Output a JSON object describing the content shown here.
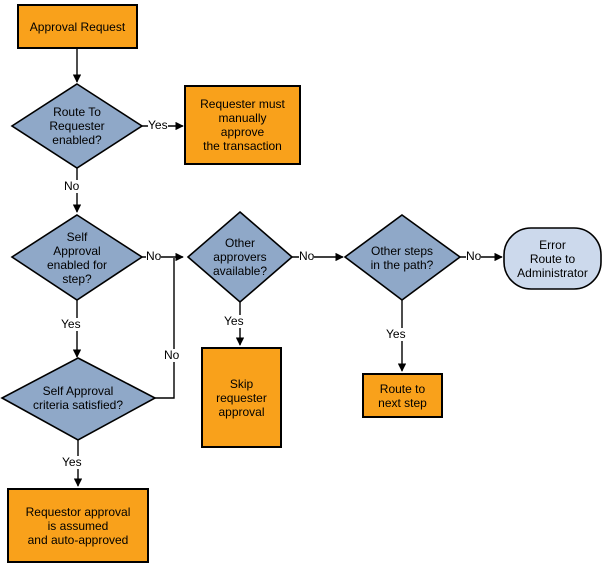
{
  "diagram": {
    "title": "Approval Request routing flowchart",
    "type": "flowchart",
    "colors": {
      "process_fill": "#f9a11b",
      "decision_fill": "#8fa8c8",
      "terminator_fill": "#ccd9ec",
      "stroke": "#000000",
      "text": "#000000",
      "background": "#ffffff"
    },
    "nodes": [
      {
        "id": "approval-request",
        "shape": "process",
        "label": "Approval Request",
        "fill": "#f9a11b"
      },
      {
        "id": "route-to-requester-enabled",
        "shape": "decision",
        "label": "Route To\nRequester\nenabled?",
        "fill": "#8fa8c8"
      },
      {
        "id": "requester-must-manually-approve",
        "shape": "process",
        "label": "Requester must\nmanually\napprove\nthe transaction",
        "fill": "#f9a11b"
      },
      {
        "id": "self-approval-enabled-for-step",
        "shape": "decision",
        "label": "Self\nApproval\nenabled for\nstep?",
        "fill": "#8fa8c8"
      },
      {
        "id": "other-approvers-available",
        "shape": "decision",
        "label": "Other\napprovers\navailable?",
        "fill": "#8fa8c8"
      },
      {
        "id": "other-steps-in-the-path",
        "shape": "decision",
        "label": "Other steps\nin the path?",
        "fill": "#8fa8c8"
      },
      {
        "id": "error-route-to-administrator",
        "shape": "terminator",
        "label": "Error\nRoute to\nAdministrator",
        "fill": "#ccd9ec"
      },
      {
        "id": "self-approval-criteria-satisfied",
        "shape": "decision",
        "label": "Self Approval\ncriteria satisfied?",
        "fill": "#8fa8c8"
      },
      {
        "id": "skip-requester-approval",
        "shape": "process",
        "label": "Skip\nrequester\napproval",
        "fill": "#f9a11b"
      },
      {
        "id": "route-to-next-step",
        "shape": "process",
        "label": "Route to\nnext step",
        "fill": "#f9a11b"
      },
      {
        "id": "requestor-approval-is-assumed",
        "shape": "process",
        "label": "Requestor approval\nis assumed\nand auto-approved",
        "fill": "#f9a11b"
      }
    ],
    "edges": [
      {
        "id": "e1",
        "from": "approval-request",
        "to": "route-to-requester-enabled",
        "label": ""
      },
      {
        "id": "e2",
        "from": "route-to-requester-enabled",
        "to": "requester-must-manually-approve",
        "label": "Yes"
      },
      {
        "id": "e3",
        "from": "route-to-requester-enabled",
        "to": "self-approval-enabled-for-step",
        "label": "No"
      },
      {
        "id": "e4",
        "from": "self-approval-enabled-for-step",
        "to": "other-approvers-available",
        "label": "No"
      },
      {
        "id": "e5",
        "from": "self-approval-enabled-for-step",
        "to": "self-approval-criteria-satisfied",
        "label": "Yes"
      },
      {
        "id": "e6",
        "from": "other-approvers-available",
        "to": "skip-requester-approval",
        "label": "Yes"
      },
      {
        "id": "e7",
        "from": "other-approvers-available",
        "to": "other-steps-in-the-path",
        "label": "No"
      },
      {
        "id": "e8",
        "from": "other-steps-in-the-path",
        "to": "error-route-to-administrator",
        "label": "No"
      },
      {
        "id": "e9",
        "from": "other-steps-in-the-path",
        "to": "route-to-next-step",
        "label": "Yes"
      },
      {
        "id": "e10",
        "from": "self-approval-criteria-satisfied",
        "to": "other-approvers-available",
        "label": "No"
      },
      {
        "id": "e11",
        "from": "self-approval-criteria-satisfied",
        "to": "requestor-approval-is-assumed",
        "label": "Yes"
      }
    ],
    "edge_labels": {
      "yes_from_route_to_requester": "Yes",
      "no_from_route_to_requester": "No",
      "no_from_self_approval_enabled": "No",
      "yes_from_self_approval_enabled": "Yes",
      "yes_from_other_approvers": "Yes",
      "no_from_other_approvers": "No",
      "no_from_other_steps": "No",
      "yes_from_other_steps": "Yes",
      "no_from_criteria_satisfied": "No",
      "yes_from_criteria_satisfied": "Yes"
    }
  }
}
